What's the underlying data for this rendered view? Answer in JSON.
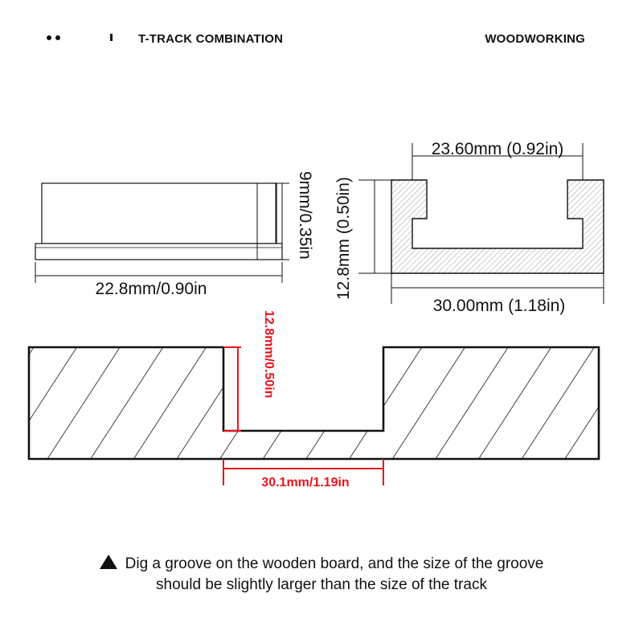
{
  "header": {
    "left_title": "T-TRACK COMBINATION",
    "right_title": "WOODWORKING",
    "icons": [
      "two-dots-icon",
      "vertical-bar-icon"
    ]
  },
  "bolt_side_view": {
    "width_label": "22.8mm/0.90in",
    "height_label": "9mm/0.35in"
  },
  "track_cross_section": {
    "inner_width_label": "23.60mm (0.92in)",
    "outer_width_label": "30.00mm (1.18in)",
    "height_label": "12.8mm (0.50in)"
  },
  "groove": {
    "depth_label": "12.8mm/0.50in",
    "width_label": "30.1mm/1.19in",
    "dimension_color": "#e8141c"
  },
  "caption": {
    "line1": "Dig a groove on the wooden board, and the size of the groove",
    "line2": "should be slightly larger than the size of the track",
    "icon": "triangle-icon"
  }
}
